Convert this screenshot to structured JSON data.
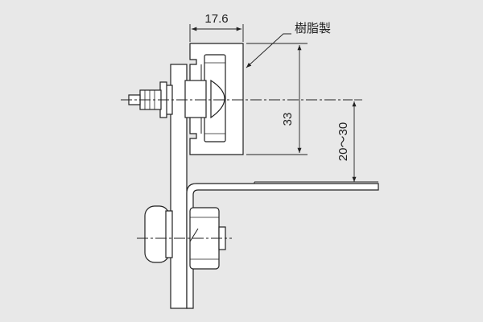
{
  "drawing": {
    "dim_width": "17.6",
    "dim_height": "33",
    "dim_range": "20～30",
    "material_label": "樹脂製"
  },
  "colors": {
    "background": "#e8e8e8",
    "part_fill": "#ffffff",
    "line": "#222222"
  }
}
